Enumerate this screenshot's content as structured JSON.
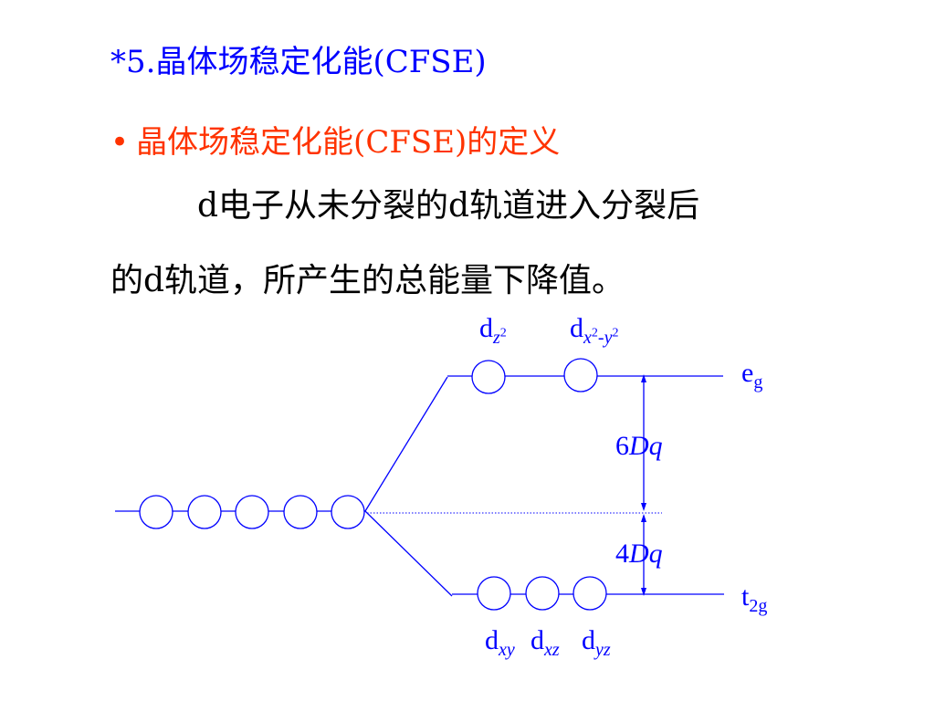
{
  "heading": "*5.晶体场稳定化能(CFSE)",
  "bullet": {
    "marker": "•",
    "text": "晶体场稳定化能(CFSE)的定义"
  },
  "definition": {
    "line1": "d电子从未分裂的d轨道进入分裂后",
    "line2": "的d轨道，所产生的总能量下降值。"
  },
  "diagram": {
    "color": "#0000ff",
    "degenerate_orbitals": 5,
    "eg_orbitals": 2,
    "t2g_orbitals": 3,
    "labels": {
      "dz2_base": "d",
      "dz2_sub": "z",
      "dz2_sup": "2",
      "dx2y2_base": "d",
      "dx2y2_x": "x",
      "dx2y2_sup1": "2",
      "dx2y2_dash": "-",
      "dx2y2_y": "y",
      "dx2y2_sup2": "2",
      "eg_base": "e",
      "eg_sub": "g",
      "t2g_base": "t",
      "t2g_sub": "2g",
      "dxy_base": "d",
      "dxy_sub": "xy",
      "dxz_base": "d",
      "dxz_sub": "xz",
      "dyz_base": "d",
      "dyz_sub": "yz",
      "upper_gap_num": "6",
      "upper_gap_unit": "Dq",
      "lower_gap_num": "4",
      "lower_gap_unit": "Dq"
    }
  }
}
